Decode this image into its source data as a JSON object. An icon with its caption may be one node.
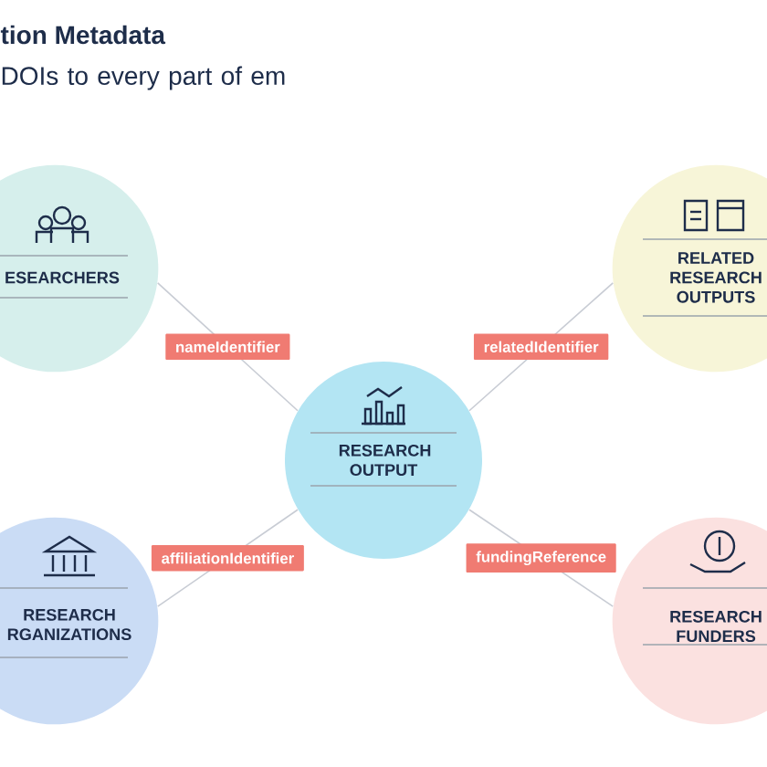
{
  "diagram": {
    "title": "tion Metadata",
    "caption": "DOIs to every part of em",
    "nodes": [
      {
        "text": [
          "ESEARCHERS"
        ]
      },
      {
        "text": [
          "RELATED RESEARCH OUTPUTS"
        ]
      },
      {
        "text": [
          "RESEARCH OUTPUT"
        ]
      },
      {
        "text": [
          "RESEARCH RGANIZATIONS"
        ]
      },
      {
        "text": [
          "RESEARCH FUNDERS"
        ]
      }
    ],
    "edges": [
      {
        "from": 0,
        "to": 2,
        "arrow": "none",
        "label": "nameIdentifier"
      },
      {
        "from": 1,
        "to": 2,
        "arrow": "none",
        "label": "relatedIdentifier"
      },
      {
        "from": 3,
        "to": 2,
        "arrow": "none",
        "label": "affiliationIdentifier"
      },
      {
        "from": 4,
        "to": 2,
        "arrow": "none",
        "label": "fundingReference"
      }
    ]
  }
}
